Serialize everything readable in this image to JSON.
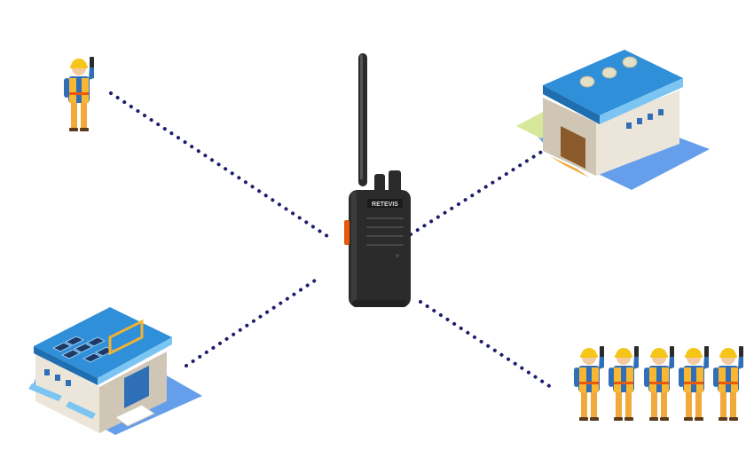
{
  "radio": {
    "brand": "RETEVIS",
    "icon": "walkie-talkie-icon"
  },
  "nodes": [
    {
      "id": "single-worker",
      "icon": "worker-icon",
      "count": 1
    },
    {
      "id": "warehouse-top-right",
      "icon": "warehouse-icon"
    },
    {
      "id": "warehouse-bottom-left",
      "icon": "warehouse-solar-icon"
    },
    {
      "id": "worker-group",
      "icon": "worker-group-icon",
      "count": 5
    }
  ],
  "colors": {
    "dots": "#1d1d6e",
    "roof": "#2f8fd8",
    "roof_light": "#7cc4f2",
    "wall": "#ece6da",
    "wall_shadow": "#cfc6b6",
    "shadow": "#4a8ee8",
    "vest": "#f7b733",
    "vest_stripe": "#e8590c",
    "shirt": "#2f6fb8",
    "pants": "#f2a93b",
    "helmet": "#f5c518",
    "skin": "#f3c9a0",
    "radio_body": "#2b2b2b",
    "radio_accent": "#e8590c"
  }
}
